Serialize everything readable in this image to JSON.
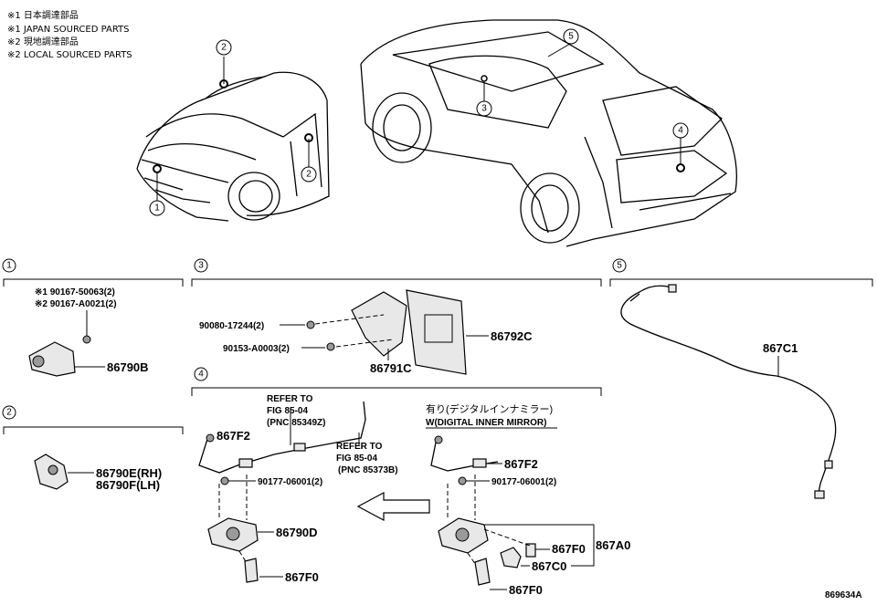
{
  "legend": [
    "※1 日本調達部品",
    "※1 JAPAN SOURCED PARTS",
    "※2 現地調達部品",
    "※2 LOCAL SOURCED PARTS"
  ],
  "callouts": [
    "1",
    "2",
    "3",
    "4",
    "5"
  ],
  "section1": {
    "num": "1",
    "ref1": "※1 90167-50063(2)",
    "ref2": "※2 90167-A0021(2)",
    "part": "86790B"
  },
  "section2": {
    "num": "2",
    "part_rh": "86790E(RH)",
    "part_lh": "86790F(LH)"
  },
  "section3": {
    "num": "3",
    "bolt1": "90080-17244(2)",
    "bolt2": "90153-A0003(2)",
    "bracket": "86791C",
    "module": "86792C"
  },
  "section4": {
    "num": "4",
    "refer1_l1": "REFER TO",
    "refer1_l2": "FIG 85-04",
    "refer1_l3": "(PNC 85349Z)",
    "refer2_l1": "REFER TO",
    "refer2_l2": "FIG 85-04",
    "refer2_l3": "(PNC 85373B)",
    "left_harness": "867F2",
    "left_clip": "90177-06001(2)",
    "left_camera": "86790D",
    "left_cover": "867F0",
    "variant_jp": "有り(デジタルインナミラー)",
    "variant_en": "W(DIGITAL INNER MIRROR)",
    "right_harness": "867F2",
    "right_clip": "90177-06001(2)",
    "right_f0": "867F0",
    "right_assy": "867A0",
    "right_c0": "867C0",
    "right_cover": "867F0"
  },
  "section5": {
    "num": "5",
    "part": "867C1"
  },
  "figure_code": "869634A"
}
